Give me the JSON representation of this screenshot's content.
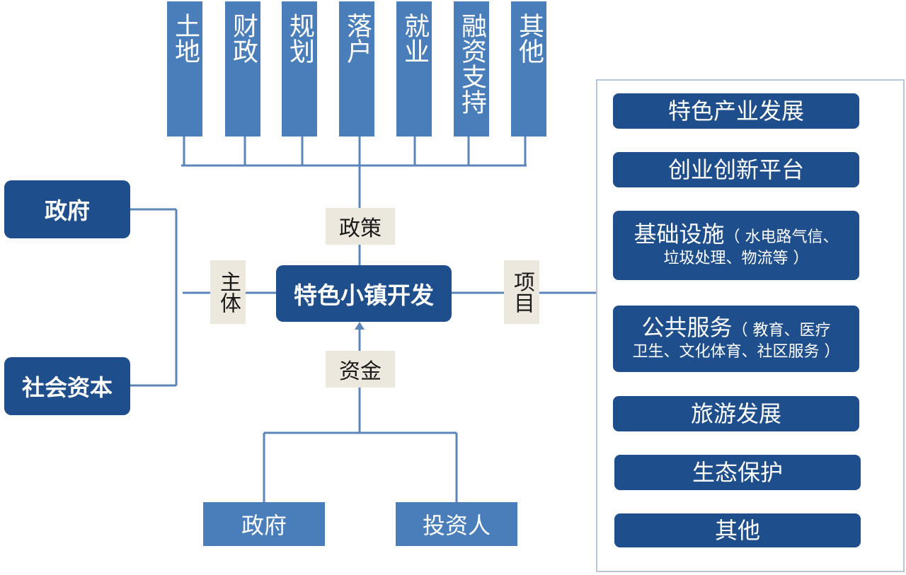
{
  "policies": [
    "土地",
    "财政",
    "规划",
    "落户",
    "就业",
    "融资支持",
    "其他"
  ],
  "labels": {
    "policy": "政策",
    "subject": "主体",
    "funding": "资金",
    "project": "项目"
  },
  "center": "特色小镇开发",
  "subjects": [
    "政府",
    "社会资本"
  ],
  "funders": [
    "政府",
    "投资人"
  ],
  "projects": {
    "item1": "特色产业发展",
    "item2": "创业创新平台",
    "item3_main": "基础设施",
    "item3_sub_a": "（ 水电路气信、",
    "item3_sub_b": "垃圾处理、物流等 ）",
    "item4_main": "公共服务",
    "item4_sub_a": "（ 教育、医疗",
    "item4_sub_b": "卫生、文化体育、社区服务 ）",
    "item5": "旅游发展",
    "item6": "生态保护",
    "item7": "其他"
  },
  "colors": {
    "dark_blue": "#1f4e8c",
    "mid_blue": "#4a7ebb",
    "chip_bg": "#ede8dd",
    "line": "#5b84b8"
  }
}
